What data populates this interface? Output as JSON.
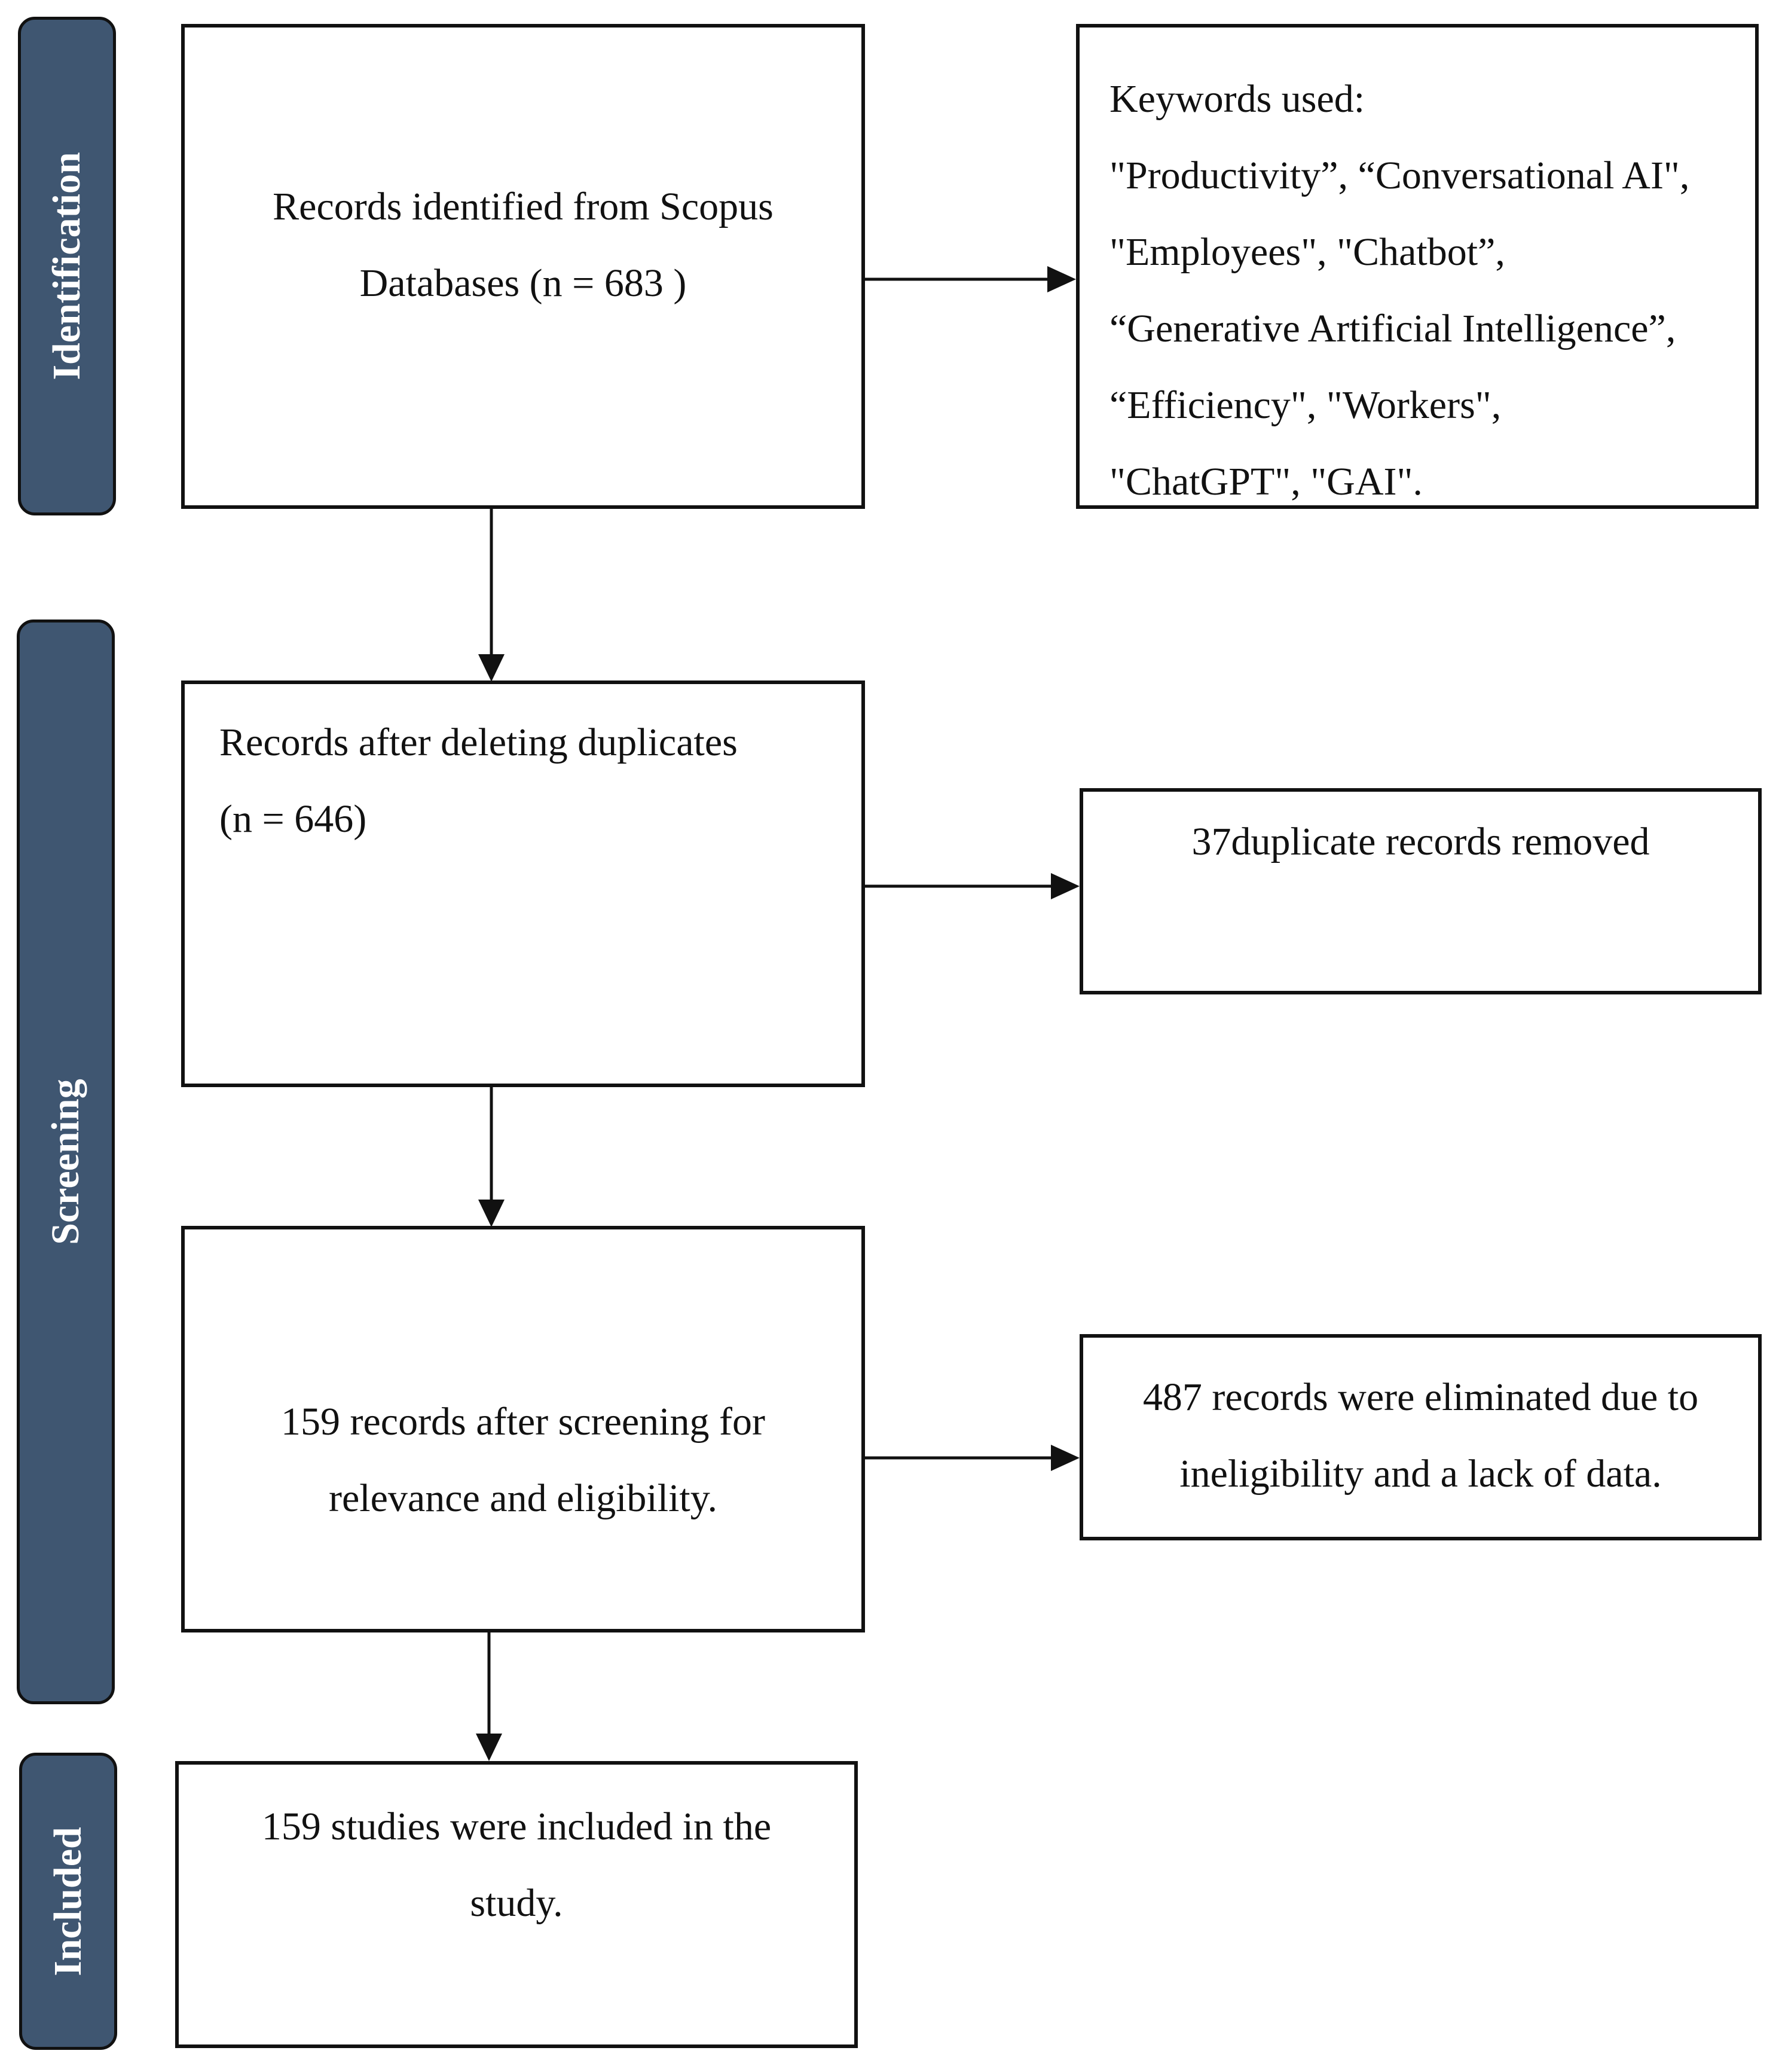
{
  "stages": {
    "identification": "Identification",
    "screening": "Screening",
    "included": "Included"
  },
  "boxes": {
    "records_identified": [
      "Records identified from Scopus",
      "Databases (n = 683 )"
    ],
    "keywords": [
      "Keywords used:",
      "\"Productivity”, “Conversational AI\",",
      "\"Employees\", \"Chatbot”,",
      "“Generative Artificial Intelligence”,",
      "“Efficiency\", \"Workers\",",
      "\"ChatGPT\", \"GAI\"."
    ],
    "after_duplicates": [
      "Records after deleting duplicates",
      "(n = 646)"
    ],
    "duplicates_removed": [
      "37duplicate records removed"
    ],
    "after_screening": [
      "159 records after screening for",
      "relevance and eligibility."
    ],
    "eliminated": [
      "487 records were eliminated due to",
      "ineligibility and a lack of data."
    ],
    "included": [
      "159 studies were included in the",
      "study."
    ]
  },
  "colors": {
    "stage_fill": "#3f5671",
    "stroke": "#111111",
    "stage_text": "#ffffff"
  }
}
